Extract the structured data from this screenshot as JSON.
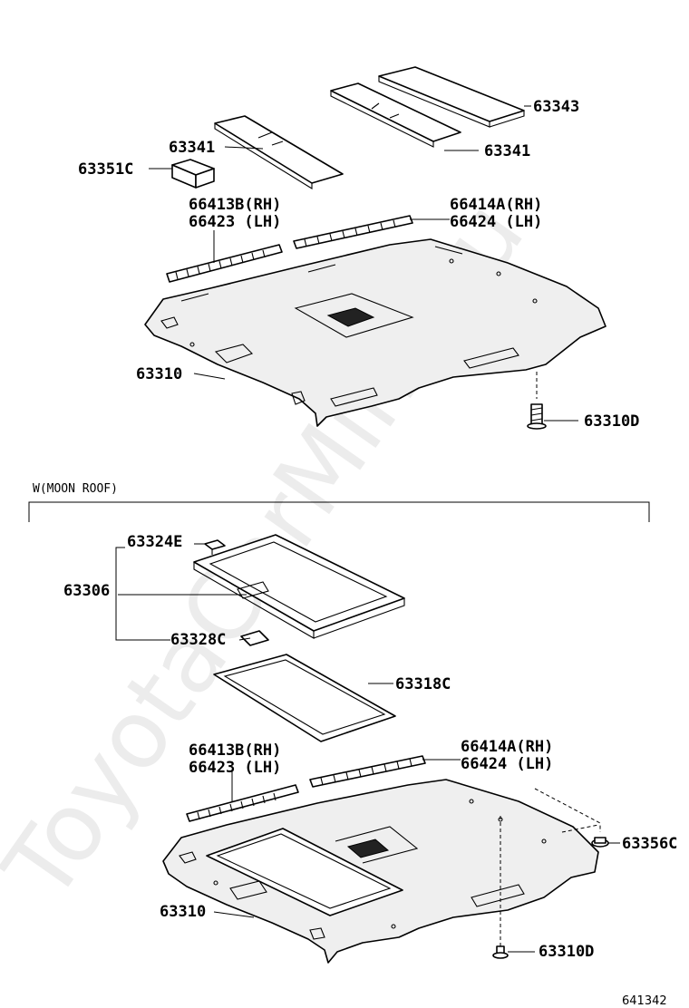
{
  "watermark": "ToyotaCarMine.ru",
  "diagram_code": "641342",
  "upper_section": {
    "labels": {
      "l63343": "63343",
      "l63341_right": "63341",
      "l63341_left": "63341",
      "l63351c": "63351C",
      "l66413b": "66413B(RH)",
      "l66423": "66423 (LH)",
      "l66414a": "66414A(RH)",
      "l66424": "66424 (LH)",
      "l63310": "63310",
      "l63310d": "63310D"
    }
  },
  "lower_section": {
    "title": "W(MOON ROOF)",
    "labels": {
      "l63324e": "63324E",
      "l63306": "63306",
      "l63328c": "63328C",
      "l63318c": "63318C",
      "l66413b": "66413B(RH)",
      "l66423": "66423 (LH)",
      "l66414a": "66414A(RH)",
      "l66424": "66424 (LH)",
      "l63356c": "63356C",
      "l63310": "63310",
      "l63310d": "63310D"
    }
  }
}
